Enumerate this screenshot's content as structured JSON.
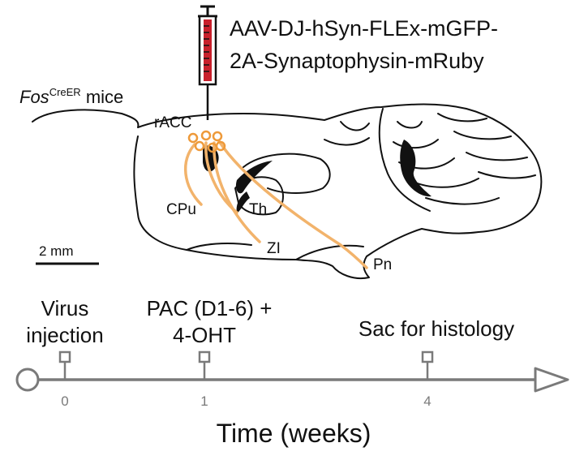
{
  "virus": {
    "line1": "AAV-DJ-hSyn-FLEx-mGFP-",
    "line2": "2A-Synaptophysin-mRuby"
  },
  "mouse": {
    "gene": "Fos",
    "allele": "CreER",
    "suffix": " mice"
  },
  "regions": {
    "injection_site": "rACC",
    "targets": [
      "CPu",
      "Th",
      "ZI",
      "Pn"
    ]
  },
  "scale_bar": {
    "label": "2 mm"
  },
  "timeline": {
    "axis_label": "Time (weeks)",
    "events": [
      {
        "line1": "Virus",
        "line2": "injection",
        "week": 0
      },
      {
        "line1": "PAC (D1-6) +",
        "line2": "4-OHT",
        "week": 1
      },
      {
        "line1": "Sac for histology",
        "line2": "",
        "week": 4
      }
    ],
    "ticks": [
      "0",
      "1",
      "4"
    ]
  },
  "colors": {
    "projection": "#f2b36b",
    "injection_ring": "#ee9a3a",
    "syringe_body": "#c8202c",
    "timeline": "#7a7a7a",
    "outline": "#111111"
  }
}
